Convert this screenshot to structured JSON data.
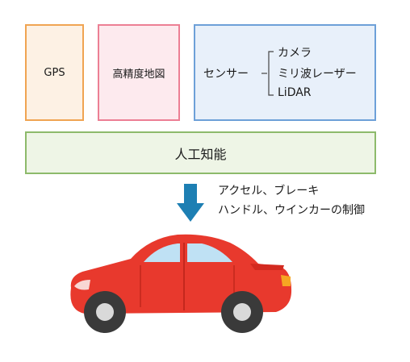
{
  "inputs": {
    "gps": "GPS",
    "map": "高精度地図",
    "sensor": "センサー",
    "sensor_items": [
      "カメラ",
      "ミリ波レーザー",
      "LiDAR"
    ]
  },
  "ai": "人工知能",
  "outputs": [
    "アクセル、ブレーキ",
    "ハンドル、ウインカーの制御"
  ],
  "colors": {
    "gps_border": "#f0a452",
    "map_border": "#ec7f94",
    "sensor_border": "#6da0d8",
    "ai_border": "#8dba6b",
    "arrow": "#1d7fb3",
    "car_body": "#e8392d"
  }
}
